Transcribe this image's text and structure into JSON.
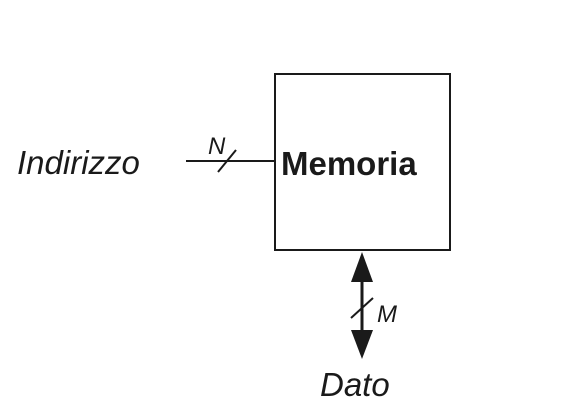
{
  "diagram": {
    "block_label": "Memoria",
    "input_label": "Indirizzo",
    "input_width_label": "N",
    "output_label": "Dato",
    "output_width_label": "M"
  },
  "colors": {
    "stroke": "#1a1a1a",
    "fill": "#ffffff",
    "text": "#1a1a1a"
  }
}
